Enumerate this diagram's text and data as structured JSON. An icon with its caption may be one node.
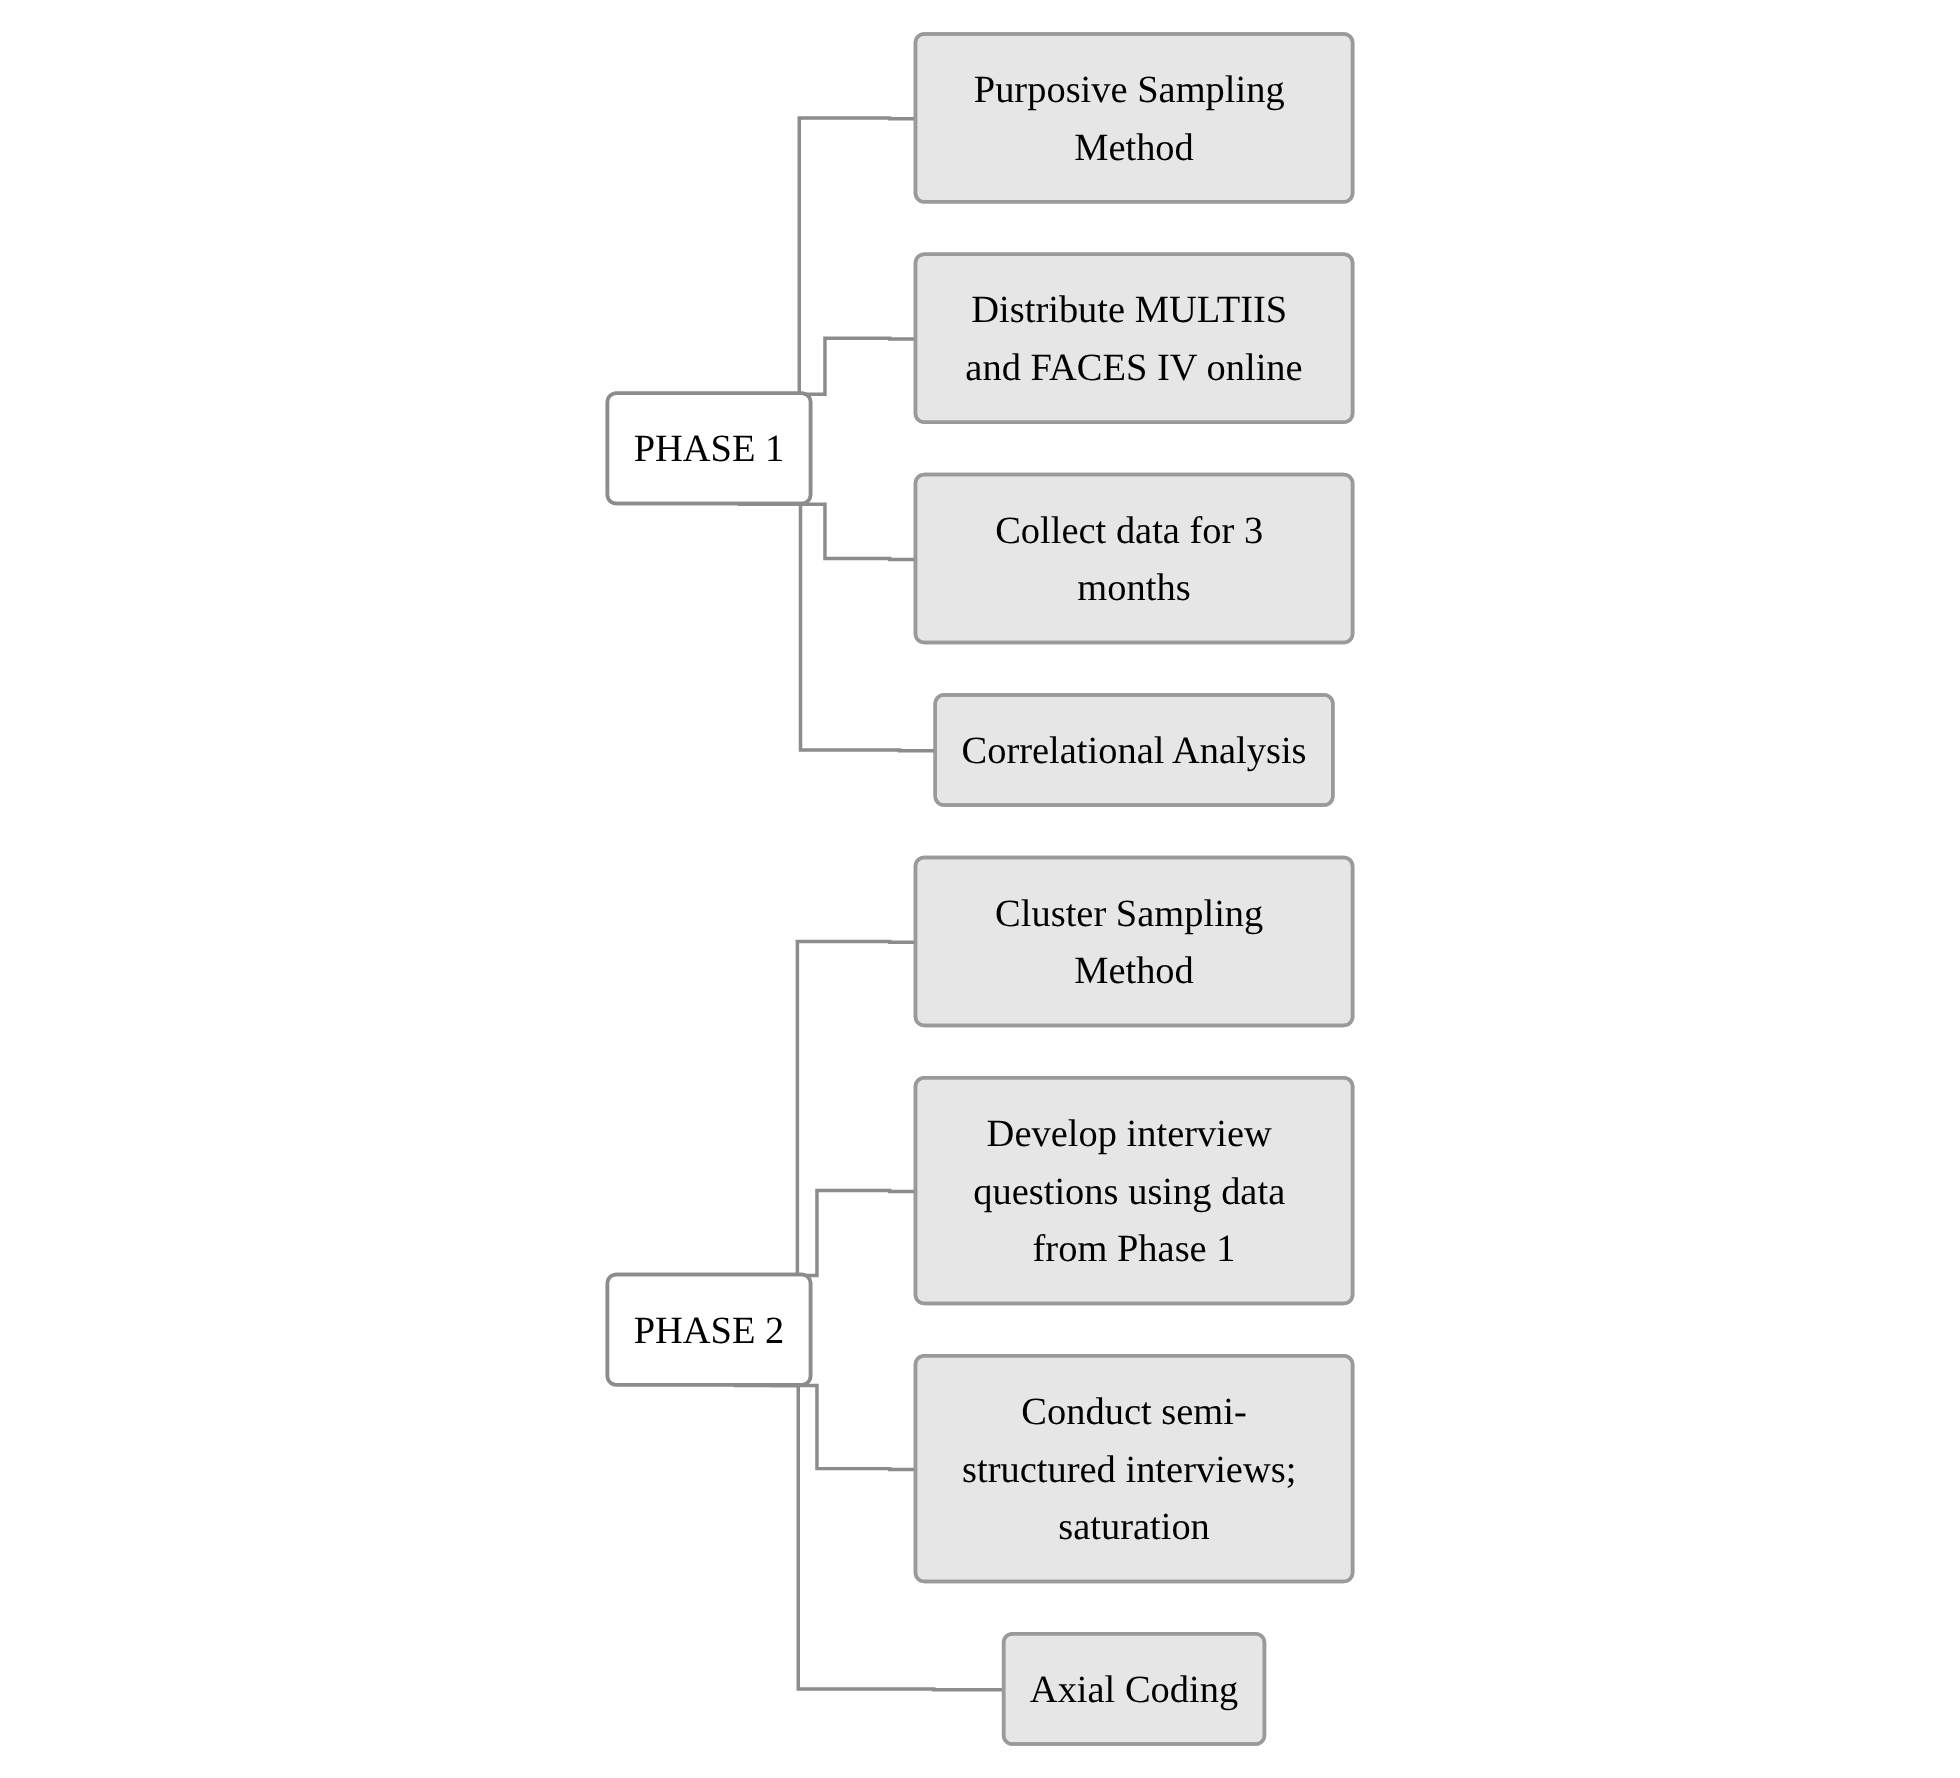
{
  "diagram": {
    "nodes": [
      {
        "text": [
          "PHASE 1"
        ]
      },
      {
        "text": [
          "Purposive Sampling Method"
        ]
      },
      {
        "text": [
          "Distribute MULTIIS and FACES IV online"
        ]
      },
      {
        "text": [
          "Collect data for 3 months"
        ]
      },
      {
        "text": [
          "Correlational Analysis"
        ]
      },
      {
        "text": [
          "PHASE 2"
        ]
      },
      {
        "text": [
          "Cluster Sampling Method"
        ]
      },
      {
        "text": [
          "Develop interview questions using data from Phase 1"
        ]
      },
      {
        "text": [
          "Conduct semi-structured interviews; saturation"
        ]
      },
      {
        "text": [
          "Axial Coding"
        ]
      }
    ],
    "edges": [
      {
        "from": 0,
        "to": 1,
        "arrow": "none"
      },
      {
        "from": 0,
        "to": 2,
        "arrow": "none"
      },
      {
        "from": 0,
        "to": 3,
        "arrow": "none"
      },
      {
        "from": 0,
        "to": 4,
        "arrow": "none"
      },
      {
        "from": 5,
        "to": 6,
        "arrow": "none"
      },
      {
        "from": 5,
        "to": 7,
        "arrow": "none"
      },
      {
        "from": 5,
        "to": 8,
        "arrow": "none"
      },
      {
        "from": 5,
        "to": 9,
        "arrow": "none"
      }
    ]
  }
}
